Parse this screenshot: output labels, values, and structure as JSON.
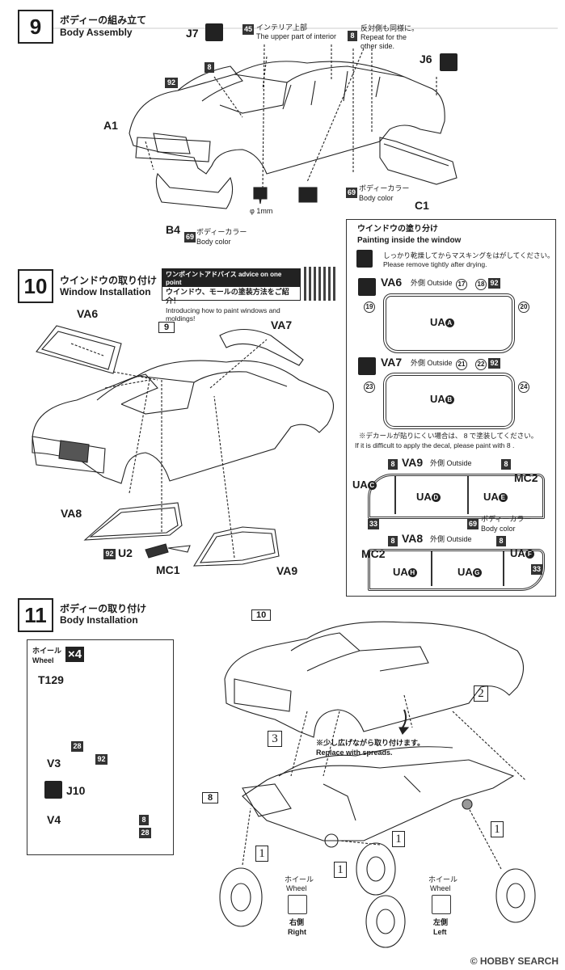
{
  "step9": {
    "number": "9",
    "title_jp": "ボディーの組み立て",
    "title_en": "Body Assembly",
    "labels": {
      "j7": "J7",
      "j6": "J6",
      "a1": "A1",
      "b4": "B4",
      "c1": "C1",
      "num8_a": "8",
      "num92": "92",
      "num45": "45",
      "num8_b": "8",
      "num69_a": "69",
      "num69_b": "69"
    },
    "interior_jp": "インテリア上部",
    "interior_en": "The upper part of interior",
    "repeat_jp": "反対側も同様に。",
    "repeat_en1": "Repeat for the",
    "repeat_en2": "other side.",
    "body_color_jp1": "ボディーカラー",
    "body_color_en1": "Body color",
    "body_color_jp2": "ボディーカラー",
    "body_color_en2": "Body color",
    "drill": "φ 1mm"
  },
  "step10": {
    "number": "10",
    "title_jp": "ウインドウの取り付け",
    "title_en": "Window Installation",
    "advice_header": "ワンポイントアドバイス advice on one point",
    "advice_jp": "ウインドウ、モールの塗装方法をご紹介！",
    "advice_en": "Introducing how to paint windows and moldings!",
    "labels": {
      "va6": "VA6",
      "va7": "VA7",
      "va8": "VA8",
      "va9": "VA9",
      "u2": "U2",
      "mc1": "MC1",
      "num9": "9",
      "num92": "92"
    }
  },
  "paint_box": {
    "title_jp": "ウインドウの塗り分け",
    "title_en": "Painting inside the window",
    "mask_jp": "しっかり乾燥してからマスキングをはがしてください。",
    "mask_en": "Please remove tightly after drying.",
    "va6": {
      "name": "VA6",
      "outside": "外側 Outside",
      "c17": "17",
      "c18": "18",
      "n92": "92",
      "c19": "19",
      "c20": "20",
      "ua": "UA",
      "ua_letter": "A"
    },
    "va7": {
      "name": "VA7",
      "outside": "外側 Outside",
      "c21": "21",
      "c22": "22",
      "n92": "92",
      "c23": "23",
      "c24": "24",
      "ua": "UA",
      "ua_letter": "B"
    },
    "decal_jp": "※デカールが貼りにくい場合は、 8 で塗装してください。",
    "decal_en": "If it is difficult to apply the decal, please paint with 8 .",
    "va9": {
      "name": "VA9",
      "outside": "外側 Outside",
      "n8a": "8",
      "n8b": "8",
      "mc2": "MC2",
      "uac": "UA",
      "uac_l": "C",
      "uad": "UA",
      "uad_l": "D",
      "uae": "UA",
      "uae_l": "E",
      "n33": "33",
      "n69": "69",
      "bc_jp": "ボディーカラー",
      "bc_en": "Body color"
    },
    "va8": {
      "name": "VA8",
      "outside": "外側 Outside",
      "n8a": "8",
      "n8b": "8",
      "mc2": "MC2",
      "uaf": "UA",
      "uaf_l": "F",
      "uah": "UA",
      "uah_l": "H",
      "uag": "UA",
      "uag_l": "G",
      "n33": "33"
    }
  },
  "step11": {
    "number": "11",
    "title_jp": "ボディーの取り付け",
    "title_en": "Body Installation",
    "wheel_jp": "ホイール",
    "wheel_en": "Wheel",
    "x4": "×4",
    "t129": "T129",
    "v3": "V3",
    "v4": "V4",
    "j10": "J10",
    "n28a": "28",
    "n92": "92",
    "n8": "8",
    "n28b": "28",
    "n10": "10",
    "n8c": "8",
    "n3": "3",
    "n2": "2",
    "n1a": "1",
    "n1b": "1",
    "n1c": "1",
    "n1d": "1",
    "spread_jp": "※少し広げながら取り付けます。",
    "spread_en": "Replace with spreads.",
    "right_wheel_jp": "ホイール",
    "right_wheel_en": "Wheel",
    "right_jp": "右側",
    "right_en": "Right",
    "left_wheel_jp": "ホイール",
    "left_wheel_en": "Wheel",
    "left_jp": "左側",
    "left_en": "Left"
  },
  "watermark": "© HOBBY SEARCH"
}
